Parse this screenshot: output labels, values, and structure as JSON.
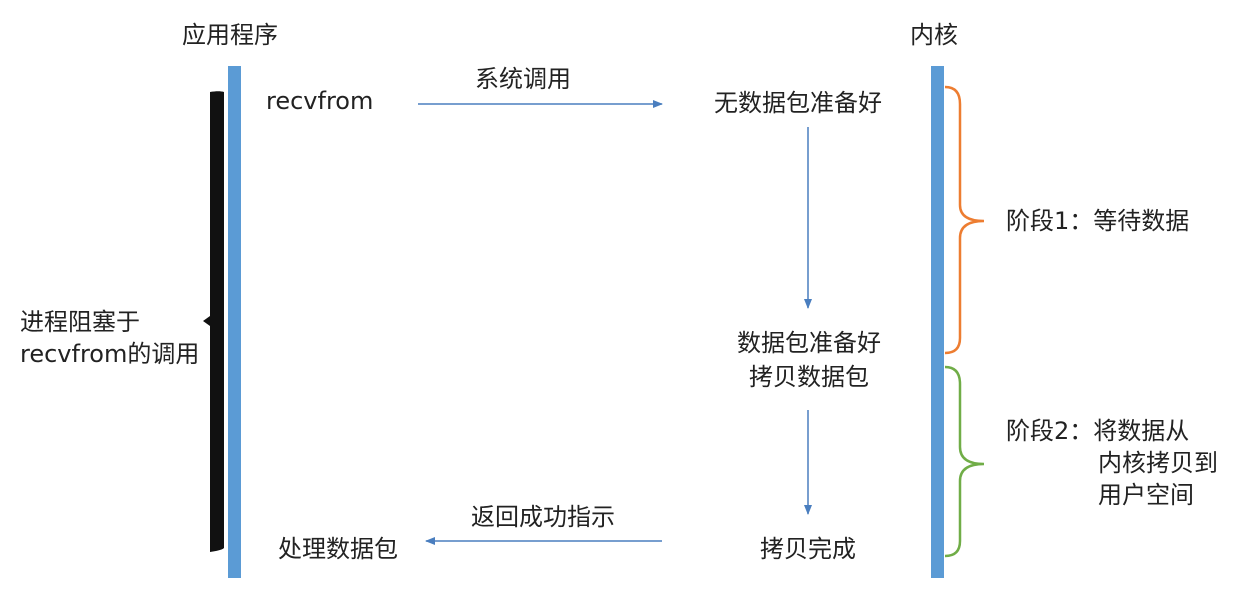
{
  "columns": {
    "app_title": "应用程序",
    "kernel_title": "内核"
  },
  "app_side": {
    "blocked_line1": "进程阻塞于",
    "blocked_line2": "recvfrom的调用",
    "recvfrom": "recvfrom",
    "process_packet": "处理数据包"
  },
  "messages": {
    "syscall": "系统调用",
    "return_success": "返回成功指示"
  },
  "kernel_side": {
    "no_data_ready": "无数据包准备好",
    "data_ready": "数据包准备好",
    "copy_packet": "拷贝数据包",
    "copy_done": "拷贝完成"
  },
  "phases": {
    "phase1": "阶段1：等待数据",
    "phase2_line1": "阶段2：将数据从",
    "phase2_line2": "内核拷贝到",
    "phase2_line3": "用户空间"
  },
  "colors": {
    "timeline": "#5b9bd5",
    "arrow": "#4a7ebf",
    "block_bar": "#111111",
    "phase1_brace": "#ed7d31",
    "phase2_brace": "#70ad47"
  }
}
